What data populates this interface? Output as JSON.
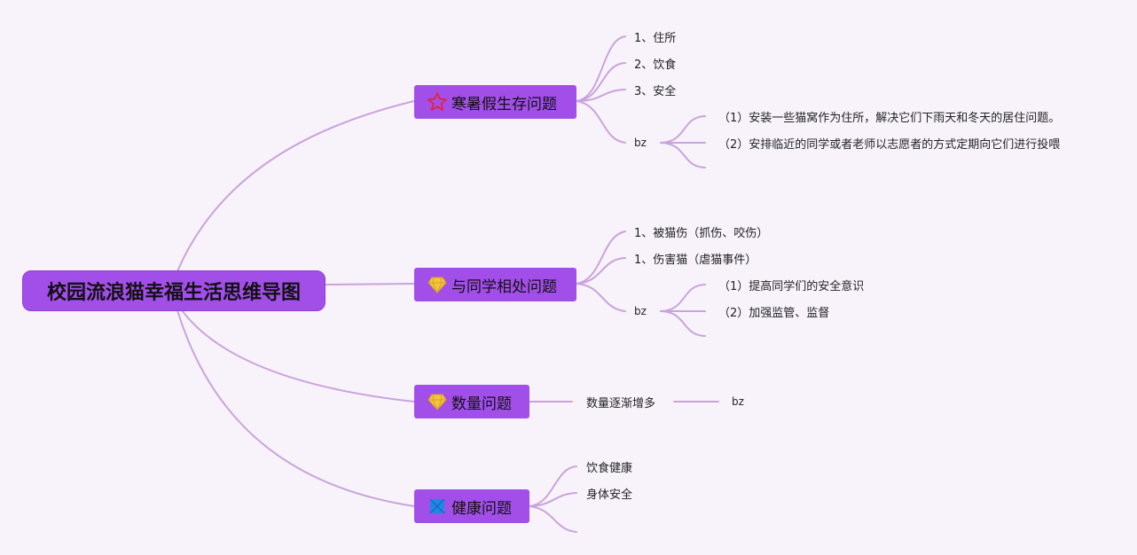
{
  "root": {
    "title": "校园流浪猫幸福生活思维导图"
  },
  "branches": [
    {
      "title": "寒暑假生存问题",
      "icon": "star-icon",
      "icon_color": "#e5233a",
      "items": [
        "1、住所",
        "2、饮食",
        "3、安全"
      ],
      "bz_label": "bz",
      "bz_items": [
        "（1）安装一些猫窝作为住所，解决它们下雨天和冬天的居住问题。",
        "（2）安排临近的同学或者老师以志愿者的方式定期向它们进行投喂"
      ]
    },
    {
      "title": "与同学相处问题",
      "icon": "diamond-icon",
      "icon_color": "#f4c542",
      "items": [
        "1、被猫伤（抓伤、咬伤）",
        "1、伤害猫（虐猫事件）"
      ],
      "bz_label": "bz",
      "bz_items": [
        "（1）提高同学们的安全意识",
        "（2）加强监管、监督"
      ]
    },
    {
      "title": "数量问题",
      "icon": "diamond-icon",
      "icon_color": "#f4c542",
      "items": [
        "数量逐渐增多"
      ],
      "bz_label": "bz"
    },
    {
      "title": "健康问题",
      "icon": "flag-icon",
      "icon_color": "#1e88e5",
      "items": [
        "饮食健康",
        "身体安全"
      ]
    }
  ],
  "colors": {
    "background": "#f8f3fb",
    "node_fill": "#a24ee9",
    "connector": "#c9a3dc"
  }
}
